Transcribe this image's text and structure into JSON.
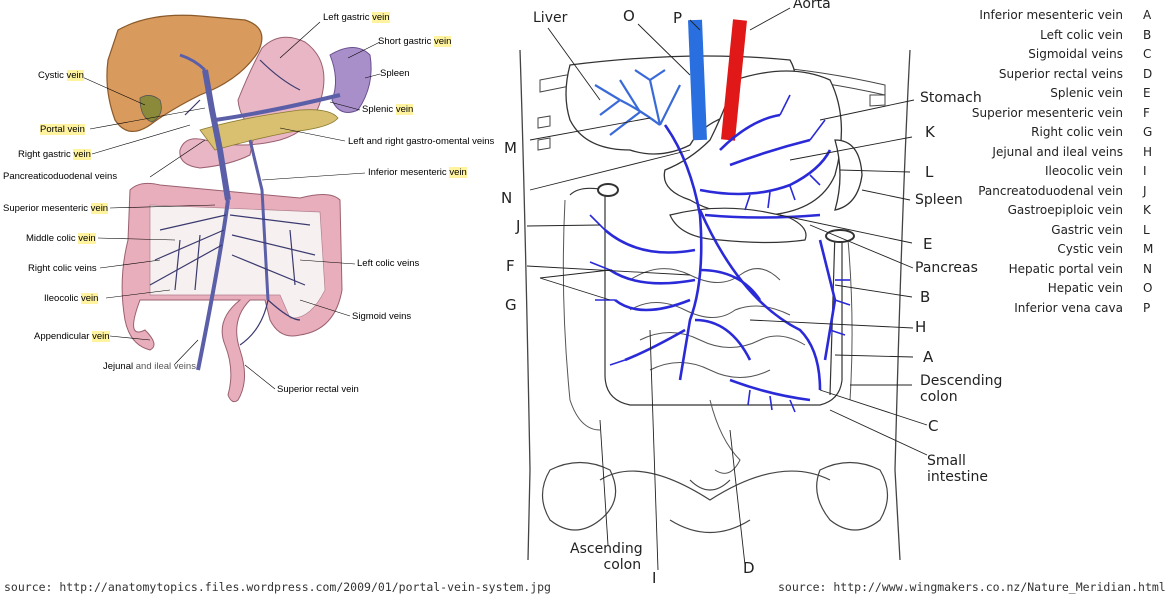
{
  "left_diagram": {
    "labels": {
      "left_gastric": {
        "pre": "Left gastric ",
        "hl": "vein"
      },
      "short_gastric": {
        "pre": "Short gastric ",
        "hl": "vein"
      },
      "cystic": {
        "pre": "Cystic ",
        "hl": "vein"
      },
      "spleen": {
        "pre": "Spleen",
        "hl": ""
      },
      "portal": {
        "pre": "Portal ",
        "hl": "vein"
      },
      "splenic": {
        "pre": "Splenic ",
        "hl": "vein"
      },
      "right_gastric": {
        "pre": "Right gastric ",
        "hl": "vein"
      },
      "gastro_omental": {
        "pre": "Left and right gastro-omental veins",
        "hl": ""
      },
      "pancreaticoduodenal": {
        "pre": "Pancreaticoduodenal veins",
        "hl": ""
      },
      "inferior_mesenteric": {
        "pre": "Inferior mesenteric ",
        "hl": "vein"
      },
      "superior_mesenteric": {
        "pre": "Superior mesenteric ",
        "hl": "vein"
      },
      "middle_colic": {
        "pre": "Middle colic ",
        "hl": "vein"
      },
      "left_colic": {
        "pre": "Left colic veins",
        "hl": ""
      },
      "right_colic": {
        "pre": "Right colic veins",
        "hl": ""
      },
      "ileocolic": {
        "pre": "Ileocolic ",
        "hl": "vein"
      },
      "sigmoid": {
        "pre": "Sigmoid veins",
        "hl": ""
      },
      "appendicular": {
        "pre": "Appendicular ",
        "hl": "vein"
      },
      "jejunal": {
        "pre": "Jejunal",
        "hl": "",
        "post": " and ileal veins"
      },
      "superior_rectal": {
        "pre": "Superior rectal vein",
        "hl": ""
      }
    }
  },
  "right_diagram": {
    "labels": {
      "liver": "Liver",
      "aorta": "Aorta",
      "stomach": "Stomach",
      "spleen": "Spleen",
      "pancreas": "Pancreas",
      "descending_colon": [
        "Descending",
        "colon"
      ],
      "small_intestine": [
        "Small",
        "intestine"
      ],
      "ascending_colon": [
        "Ascending",
        "colon"
      ]
    },
    "letters": {
      "O": "O",
      "P": "P",
      "M": "M",
      "N": "N",
      "J": "J",
      "F": "F",
      "G": "G",
      "K": "K",
      "L": "L",
      "E": "E",
      "B": "B",
      "H": "H",
      "A": "A",
      "C": "C",
      "D": "D",
      "I": "I"
    }
  },
  "legend": [
    {
      "name": "Inferior mesenteric vein",
      "letter": "A"
    },
    {
      "name": "Left colic vein",
      "letter": "B"
    },
    {
      "name": "Sigmoidal veins",
      "letter": "C"
    },
    {
      "name": "Superior rectal veins",
      "letter": "D"
    },
    {
      "name": "Splenic vein",
      "letter": "E"
    },
    {
      "name": "Superior mesenteric vein",
      "letter": "F"
    },
    {
      "name": "Right colic vein",
      "letter": "G"
    },
    {
      "name": "Jejunal and ileal veins",
      "letter": "H"
    },
    {
      "name": "Ileocolic vein",
      "letter": "I"
    },
    {
      "name": "Pancreatoduodenal vein",
      "letter": "J"
    },
    {
      "name": "Gastroepiploic vein",
      "letter": "K"
    },
    {
      "name": "Gastric vein",
      "letter": "L"
    },
    {
      "name": "Cystic vein",
      "letter": "M"
    },
    {
      "name": "Hepatic portal vein",
      "letter": "N"
    },
    {
      "name": "Hepatic vein",
      "letter": "O"
    },
    {
      "name": "Inferior vena cava",
      "letter": "P"
    }
  ],
  "sources": {
    "left": "source: http://anatomytopics.files.wordpress.com/2009/01/portal-vein-system.jpg",
    "right": "source: http://www.wingmakers.co.nz/Nature_Meridian.html"
  },
  "colors": {
    "liver": "#d99a5e",
    "stomach": "#e8b6c4",
    "spleen": "#a98fc9",
    "intestine": "#e9aebb",
    "vein": "#2a2ad8",
    "vein_left": "#5b5fa8",
    "aorta": "#e01818",
    "vena_cava": "#2a6fe0",
    "highlight": "#fff3a0"
  }
}
